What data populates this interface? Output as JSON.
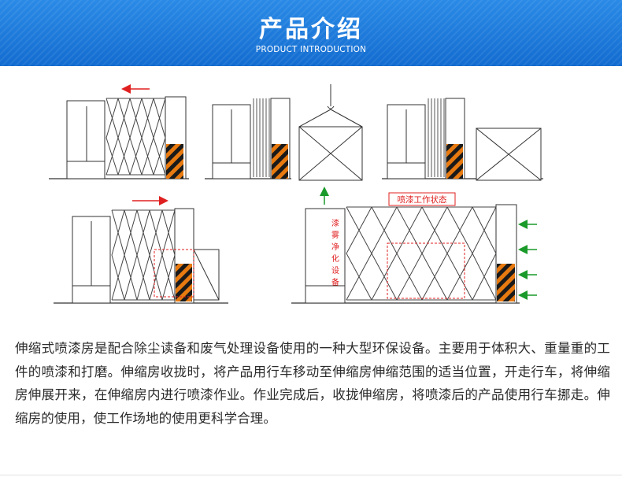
{
  "header": {
    "title": "产品介绍",
    "subtitle": "PRODUCT INTRODUCTION"
  },
  "diagram": {
    "label_working": "喷漆工作状态",
    "label_purify": "漆雾净化设备"
  },
  "description": "伸缩式喷漆房是配合除尘读备和废气处理设备使用的一种大型环保设备。主要用于体积大、重量重的工件的喷漆和打磨。伸缩房收拢时，将产品用行车移动至伸缩房伸缩范围的适当位置，开走行车，将伸缩房伸展开来，在伸缩房内进行喷漆作业。作业完成后，收拢伸缩房，将喷漆后的产品使用行车挪走。伸缩房的使用，使工作场地的使用更科学合理。",
  "colors": {
    "banner": "#1a78d8",
    "arrow_red": "#e02020",
    "arrow_green": "#1a9a2a",
    "hazard_orange": "#e87a10"
  }
}
